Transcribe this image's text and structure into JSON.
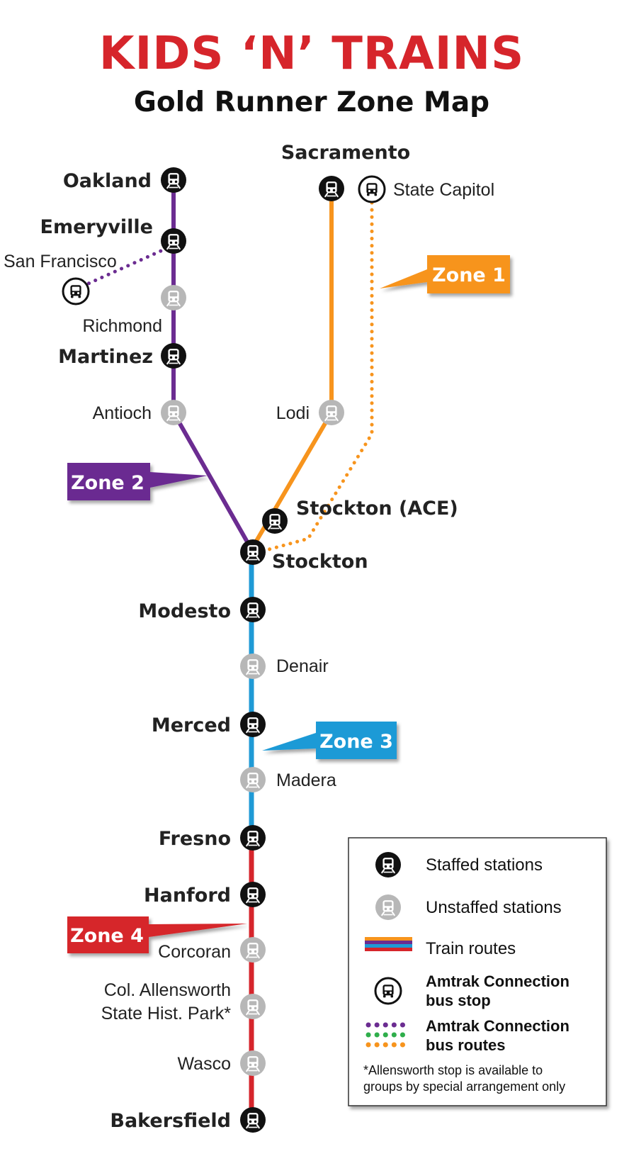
{
  "header": {
    "title": "KIDS ‘N’ TRAINS",
    "subtitle": "Gold Runner Zone Map"
  },
  "colors": {
    "zone1": "#f7941d",
    "zone2": "#6b2c91",
    "zone3": "#1f9ad6",
    "zone4": "#d6252b",
    "staffed": "#111111",
    "unstaffed": "#b7b7b7"
  },
  "stations": {
    "oakland": "Oakland",
    "emeryville": "Emeryville",
    "san_francisco": "San Francisco",
    "richmond": "Richmond",
    "martinez": "Martinez",
    "antioch": "Antioch",
    "sacramento": "Sacramento",
    "state_capitol": "State Capitol",
    "lodi": "Lodi",
    "stockton_ace": "Stockton (ACE)",
    "stockton": "Stockton",
    "modesto": "Modesto",
    "denair": "Denair",
    "merced": "Merced",
    "madera": "Madera",
    "fresno": "Fresno",
    "hanford": "Hanford",
    "corcoran": "Corcoran",
    "allensworth_1": "Col. Allensworth",
    "allensworth_2": "State Hist. Park*",
    "wasco": "Wasco",
    "bakersfield": "Bakersfield"
  },
  "zones": {
    "zone1": "Zone 1",
    "zone2": "Zone 2",
    "zone3": "Zone 3",
    "zone4": "Zone 4"
  },
  "legend": {
    "staffed": "Staffed stations",
    "unstaffed": "Unstaffed stations",
    "train_routes": "Train routes",
    "bus_stop_1": "Amtrak Connection",
    "bus_stop_2": "bus stop",
    "bus_routes_1": "Amtrak Connection",
    "bus_routes_2": "bus routes",
    "note_1": "*Allensworth stop is available to",
    "note_2": "groups by special arrangement only"
  }
}
